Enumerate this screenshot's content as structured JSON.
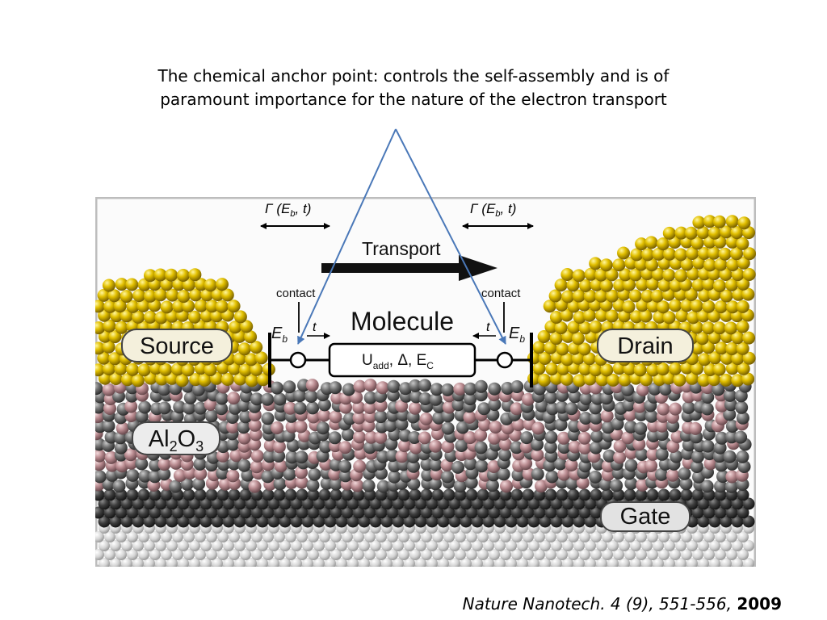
{
  "caption": {
    "line1": "The chemical anchor point: controls the self-assembly and is of",
    "line2": "paramount importance for the nature of the electron transport"
  },
  "reference": {
    "journal": "Nature Nanotech. 4 (9), 551-556,",
    "year": "2009"
  },
  "figure": {
    "gamma_left": "Γ (E",
    "gamma_sub": "b",
    "gamma_tail": ", t)",
    "transport_label": "Transport",
    "contact_left": "contact",
    "contact_right": "contact",
    "molecule_label": "Molecule",
    "t_label": "t",
    "eb_main": "E",
    "eb_sub": "b",
    "box_u": "U",
    "box_u_sub": "add",
    "box_mid": ", Δ, E",
    "box_c_sub": "C",
    "source_label": "Source",
    "drain_label": "Drain",
    "oxide_main": "Al",
    "oxide_sub2": "2",
    "oxide_o": "O",
    "oxide_sub3": "3",
    "gate_label": "Gate"
  },
  "colors": {
    "gold": "#d8b400",
    "oxide_gray": "#6d6d6d",
    "oxide_pink": "#b98a90",
    "gate_dark": "#3a3a3a",
    "pointer_blue": "#4a78b8"
  }
}
